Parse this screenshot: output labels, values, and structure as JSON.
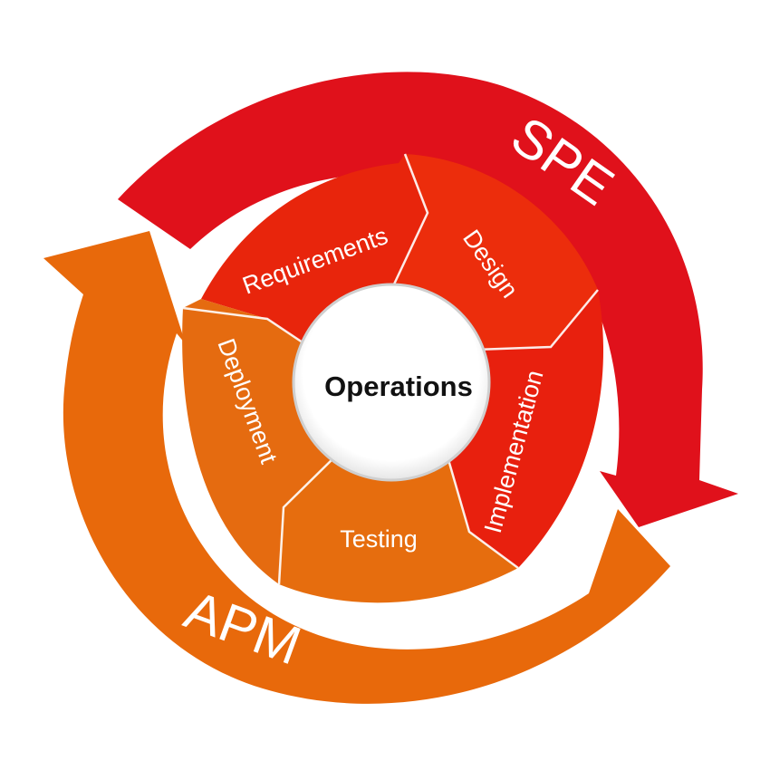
{
  "outer_cycle": {
    "top": {
      "label": "SPE",
      "color": "#e0111b"
    },
    "bottom": {
      "label": "APM",
      "color": "#e8690b"
    }
  },
  "center": {
    "label": "Operations"
  },
  "stages": [
    {
      "id": "requirements",
      "label": "Requirements",
      "color": "#e8250c"
    },
    {
      "id": "design",
      "label": "Design",
      "color": "#ec2d0c"
    },
    {
      "id": "implementation",
      "label": "Implementation",
      "color": "#e8200e"
    },
    {
      "id": "testing",
      "label": "Testing",
      "color": "#e66d0e"
    },
    {
      "id": "deployment",
      "label": "Deployment",
      "color": "#e56b10"
    }
  ]
}
